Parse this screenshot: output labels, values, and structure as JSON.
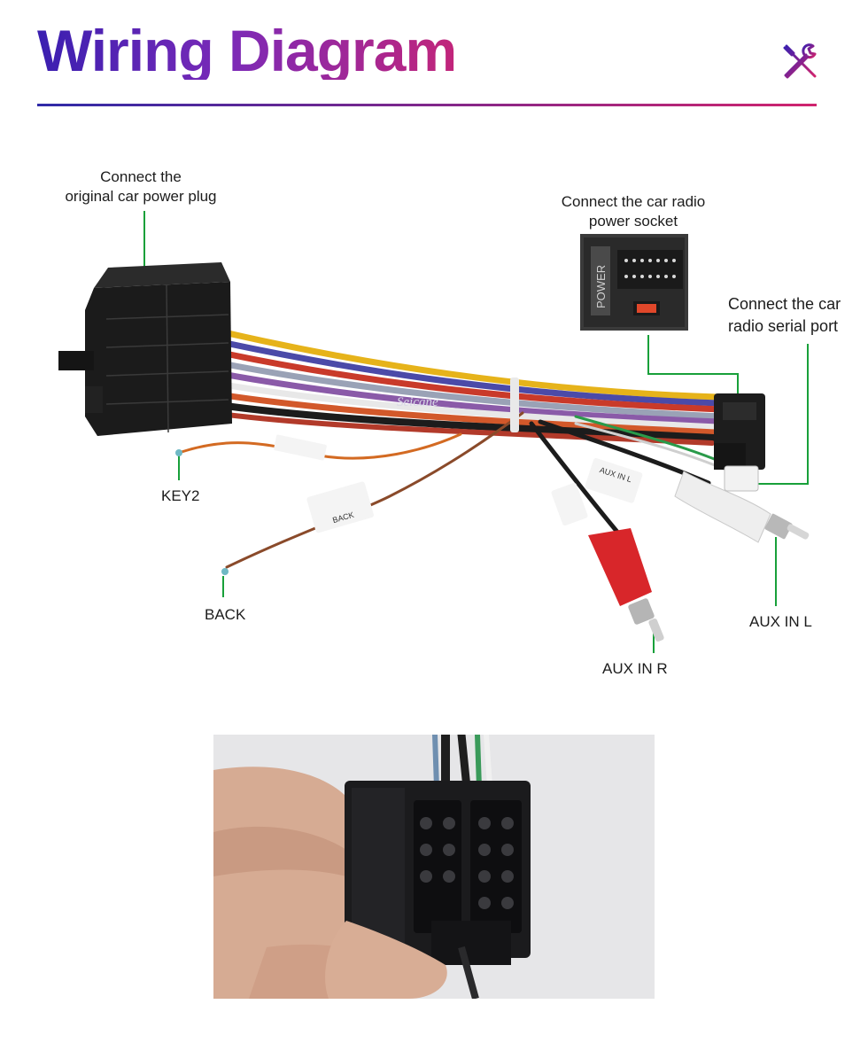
{
  "header": {
    "title": "Wiring Diagram",
    "icon": "tools-icon",
    "accent_start": "#3a1fb0",
    "accent_end": "#d0246e"
  },
  "labels": {
    "power_plug": "Connect the\noriginal car power plug",
    "radio_power": "Connect the car radio\npower socket",
    "serial_port": "Connect the car\nradio  serial port",
    "key2": "KEY2",
    "back": "BACK",
    "aux_r": "AUX IN R",
    "aux_l": "AUX IN L"
  },
  "harness": {
    "brand": "Seicane",
    "socket_text": "POWER",
    "tag_aux_l": "AUX IN L",
    "tag_back": "BACK"
  },
  "colors": {
    "leader": "#18a03a",
    "connector": "#1b1b1b"
  }
}
